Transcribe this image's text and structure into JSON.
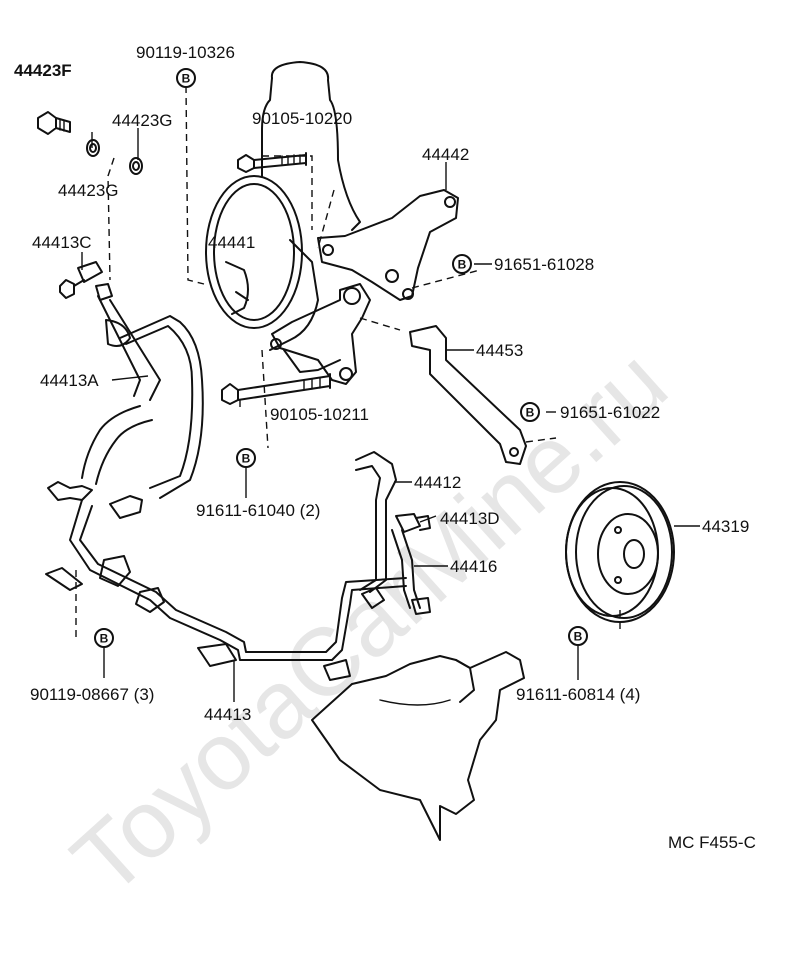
{
  "watermark": "ToyotaCarMine.ru",
  "footer": "MC  F455-C",
  "badge_letter": "B",
  "labels": {
    "p44423F": "44423F",
    "p90119_10326": "90119-10326",
    "p44423G_a": "44423G",
    "p44423G_b": "44423G",
    "p90105_10220": "90105-10220",
    "p44442": "44442",
    "p44413C": "44413C",
    "p44441": "44441",
    "p91651_61028": "91651-61028",
    "p44453": "44453",
    "p44413A": "44413A",
    "p90105_10211": "90105-10211",
    "p91651_61022": "91651-61022",
    "p91611_61040": "91611-61040 (2)",
    "p44412": "44412",
    "p44413D": "44413D",
    "p44319": "44319",
    "p44416": "44416",
    "p90119_08667": "90119-08667 (3)",
    "p44413": "44413",
    "p91611_60814": "91611-60814 (4)"
  }
}
